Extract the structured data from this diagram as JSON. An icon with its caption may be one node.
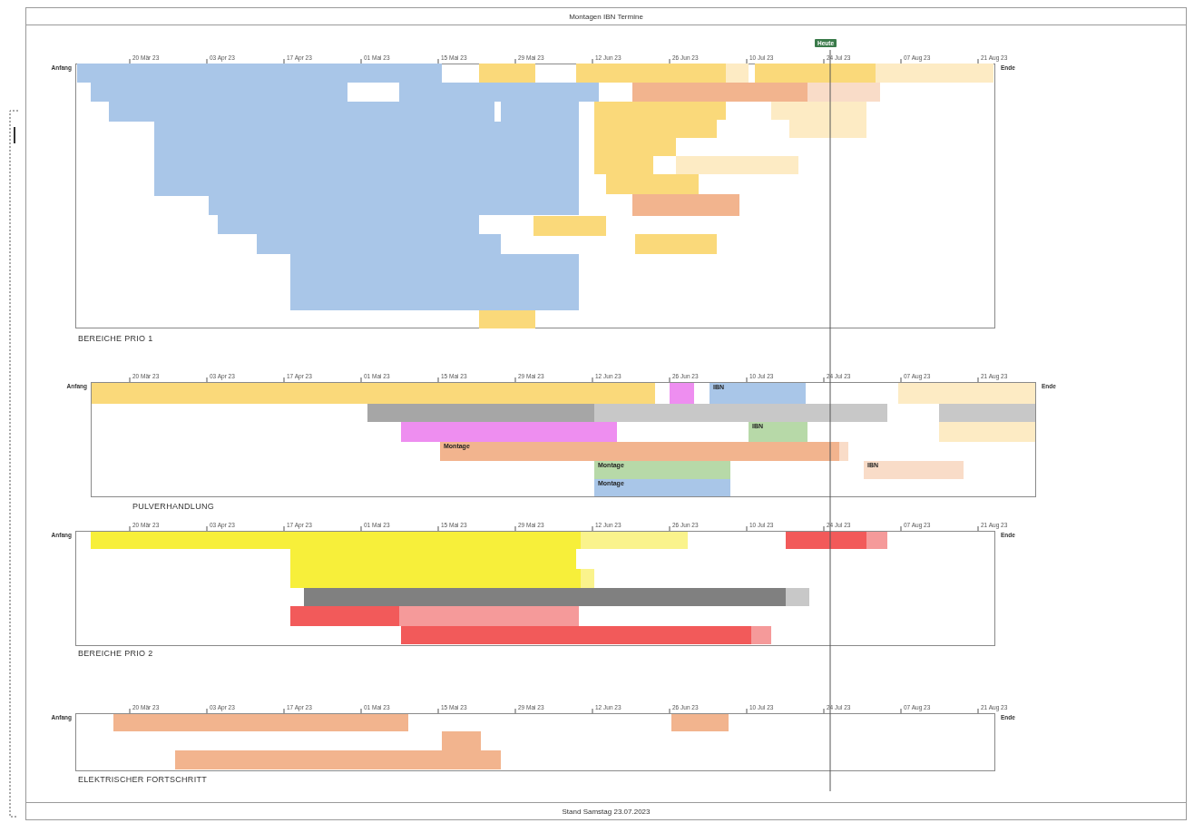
{
  "diagram": {
    "title": "Montagen IBN Termine",
    "caption": "Stand Samstag 23.07.2023",
    "nodes": [
      {
        "text": [
          "BEREICHE PRIO 1"
        ]
      },
      {
        "text": [
          "PULVERHANDLUNG"
        ]
      },
      {
        "text": [
          "BEREICHE PRIO 2"
        ]
      },
      {
        "text": [
          "ELEKTRISCHER FORTSCHRITT"
        ]
      },
      {
        "text": [],
        "shape": "bar",
        "in": 0
      },
      {
        "text": [],
        "shape": "bar",
        "in": 0
      },
      {
        "text": [],
        "shape": "bar",
        "in": 0
      },
      {
        "text": [],
        "shape": "bar",
        "in": 0
      },
      {
        "text": [],
        "shape": "bar",
        "in": 0
      },
      {
        "text": [],
        "shape": "bar",
        "in": 0
      },
      {
        "text": [],
        "shape": "bar",
        "in": 0
      },
      {
        "text": [],
        "shape": "bar",
        "in": 0
      },
      {
        "text": [],
        "shape": "bar",
        "in": 0
      },
      {
        "text": [],
        "shape": "bar",
        "in": 0
      },
      {
        "text": [],
        "shape": "bar",
        "in": 0
      },
      {
        "text": [],
        "shape": "bar",
        "in": 0
      },
      {
        "text": [],
        "shape": "bar",
        "in": 0
      },
      {
        "text": [],
        "shape": "bar",
        "in": 0
      },
      {
        "text": [],
        "shape": "bar",
        "in": 0
      },
      {
        "text": [],
        "shape": "bar",
        "in": 0
      },
      {
        "text": [],
        "shape": "bar",
        "in": 0
      },
      {
        "text": [],
        "shape": "bar",
        "in": 0
      },
      {
        "text": [],
        "shape": "bar",
        "in": 0
      },
      {
        "text": [],
        "shape": "bar",
        "in": 0
      },
      {
        "text": [],
        "shape": "bar",
        "in": 0
      },
      {
        "text": [],
        "shape": "bar",
        "in": 0
      },
      {
        "text": [],
        "shape": "bar",
        "in": 0
      },
      {
        "text": [],
        "shape": "bar",
        "in": 0
      },
      {
        "text": [],
        "shape": "bar",
        "in": 0
      },
      {
        "text": [],
        "shape": "bar",
        "in": 0
      },
      {
        "text": [],
        "shape": "bar",
        "in": 0
      },
      {
        "text": [],
        "shape": "bar",
        "in": 0
      },
      {
        "text": [],
        "shape": "bar",
        "in": 0
      },
      {
        "text": [],
        "shape": "bar",
        "in": 0
      },
      {
        "text": [],
        "shape": "bar",
        "in": 0
      },
      {
        "text": [],
        "shape": "bar",
        "in": 0
      },
      {
        "text": [],
        "shape": "bar",
        "in": 1
      },
      {
        "text": [],
        "shape": "bar",
        "in": 1
      },
      {
        "text": [
          "IBN"
        ],
        "in": 1
      },
      {
        "text": [],
        "shape": "bar",
        "in": 1
      },
      {
        "text": [],
        "shape": "bar",
        "in": 1
      },
      {
        "text": [],
        "shape": "bar",
        "in": 1
      },
      {
        "text": [],
        "shape": "bar",
        "in": 1
      },
      {
        "text": [
          "IBN"
        ],
        "in": 1
      },
      {
        "text": [],
        "shape": "bar",
        "in": 1
      },
      {
        "text": [
          "Montage"
        ],
        "in": 1
      },
      {
        "text": [
          "Montage"
        ],
        "in": 1
      },
      {
        "text": [
          "IBN"
        ],
        "in": 1
      },
      {
        "text": [
          "Montage"
        ],
        "in": 1
      },
      {
        "text": [],
        "shape": "bar",
        "in": 2
      },
      {
        "text": [],
        "shape": "bar",
        "in": 2
      },
      {
        "text": [],
        "shape": "bar",
        "in": 2
      },
      {
        "text": [],
        "shape": "bar",
        "in": 2
      },
      {
        "text": [],
        "shape": "bar",
        "in": 2
      },
      {
        "text": [],
        "shape": "bar",
        "in": 2
      },
      {
        "text": [],
        "shape": "bar",
        "in": 2
      },
      {
        "text": [],
        "shape": "bar",
        "in": 3
      },
      {
        "text": [],
        "shape": "bar",
        "in": 3
      },
      {
        "text": [],
        "shape": "bar",
        "in": 3
      },
      {
        "text": [],
        "shape": "bar",
        "in": 3
      }
    ],
    "labels": [
      "Heute",
      "20 Mär 23",
      "03 Apr 23",
      "17 Apr 23",
      "01 Mai 23",
      "15 Mai 23",
      "29 Mai 23",
      "12 Jun 23",
      "26 Jun 23",
      "10 Jul 23",
      "24 Jul 23",
      "07 Aug 23",
      "21 Aug 23",
      "Anfang",
      "Ende",
      "20 Mär 23",
      "03 Apr 23",
      "17 Apr 23",
      "01 Mai 23",
      "15 Mai 23",
      "29 Mai 23",
      "12 Jun 23",
      "26 Jun 23",
      "10 Jul 23",
      "24 Jul 23",
      "07 Aug 23",
      "21 Aug 23",
      "Anfang",
      "Ende",
      "20 Mär 23",
      "03 Apr 23",
      "17 Apr 23",
      "01 Mai 23",
      "15 Mai 23",
      "29 Mai 23",
      "12 Jun 23",
      "26 Jun 23",
      "10 Jul 23",
      "24 Jul 23",
      "07 Aug 23",
      "21 Aug 23",
      "Anfang",
      "Ende",
      "20 Mär 23",
      "03 Apr 23",
      "17 Apr 23",
      "01 Mai 23",
      "15 Mai 23",
      "29 Mai 23",
      "12 Jun 23",
      "26 Jun 23",
      "10 Jul 23",
      "24 Jul 23",
      "07 Aug 23",
      "21 Aug 23",
      "Anfang",
      "Ende"
    ]
  }
}
